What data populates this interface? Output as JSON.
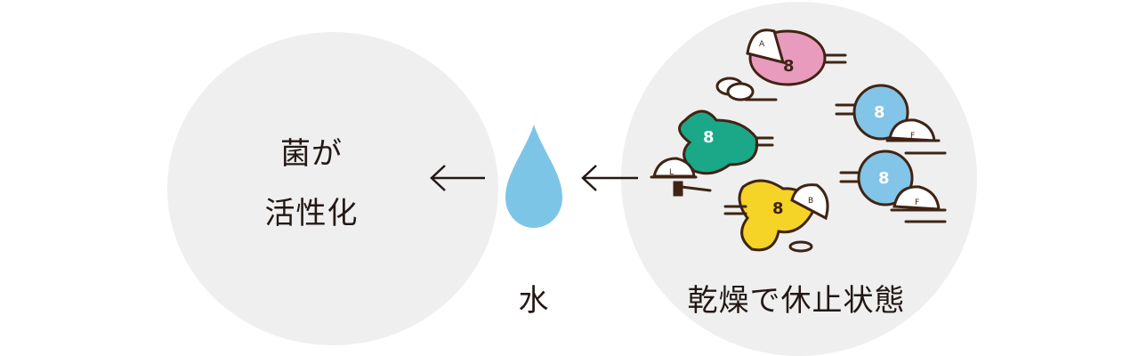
{
  "active": {
    "line1": "菌が",
    "line2": "活性化"
  },
  "water": {
    "label": "水"
  },
  "dormant": {
    "label": "乾燥で休止状態"
  },
  "helmet_letters": [
    "A",
    "L",
    "B",
    "F",
    "F"
  ],
  "colors": {
    "circle": "#efefef",
    "drop": "#7dc5e6",
    "pink": "#e89bbd",
    "green": "#1aa889",
    "yellow": "#f5d327",
    "blue": "#82c5e8",
    "outline": "#3f2414"
  }
}
